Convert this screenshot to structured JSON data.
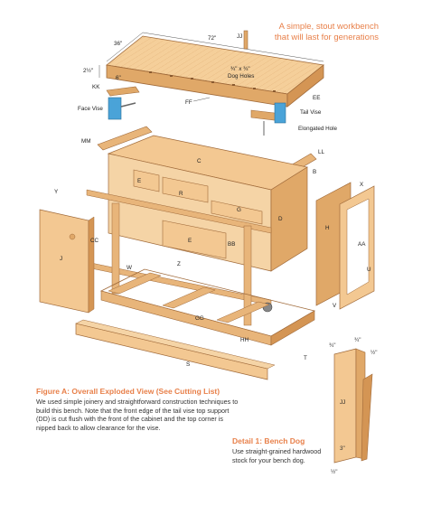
{
  "title": {
    "line1": "A simple, stout workbench",
    "line2": "that will last for generations"
  },
  "colors": {
    "wood": "#f3c892",
    "wood_dark": "#e0a868",
    "wood_edge": "#c9864b",
    "accent": "#e8804a",
    "hardware": "#4aa3d8"
  },
  "dimensions": {
    "length": "72\"",
    "depth": "36\"",
    "thickness": "2½\"",
    "kk_offset": "6\"",
    "dog_holes": "¾\" x ¾\"",
    "dog_holes_label": "Dog Holes"
  },
  "callouts": {
    "jj": "JJ",
    "kk": "KK",
    "ff": "FF",
    "ee": "EE",
    "face_vise": "Face Vise",
    "tail_vise": "Tail Vise",
    "elongated_hole": "Elongated Hole",
    "mm": "MM",
    "ll_left": "LL",
    "ll_right": "LL",
    "c": "C",
    "dd": "DD",
    "b": "B",
    "y": "Y",
    "e": "E",
    "r": "R",
    "g": "G",
    "x": "X",
    "d": "D",
    "h": "H",
    "cc": "CC",
    "j": "J",
    "bb": "BB",
    "aa": "AA",
    "e2": "E",
    "w": "W",
    "z": "Z",
    "u": "U",
    "v": "V",
    "gg": "GG",
    "hh": "HH",
    "t": "T",
    "s": "S"
  },
  "figure_caption": {
    "heading": "Figure A: Overall Exploded View (See Cutting List)",
    "body": "We used simple joinery and straightforward construction techniques to build this bench. Note that the front edge of the tail vise top support (DD) is cut flush with the front of the cabinet and the top corner is nipped back to allow clearance for the vise."
  },
  "detail": {
    "heading": "Detail 1: Bench Dog",
    "body": "Use straight-grained hardwood stock for your bench dog.",
    "part": "JJ",
    "dim_top_left": "¾\"",
    "dim_top_right": "¾\"",
    "dim_right": "½\"",
    "dim_mid": "3\"",
    "dim_bottom": "½\""
  }
}
